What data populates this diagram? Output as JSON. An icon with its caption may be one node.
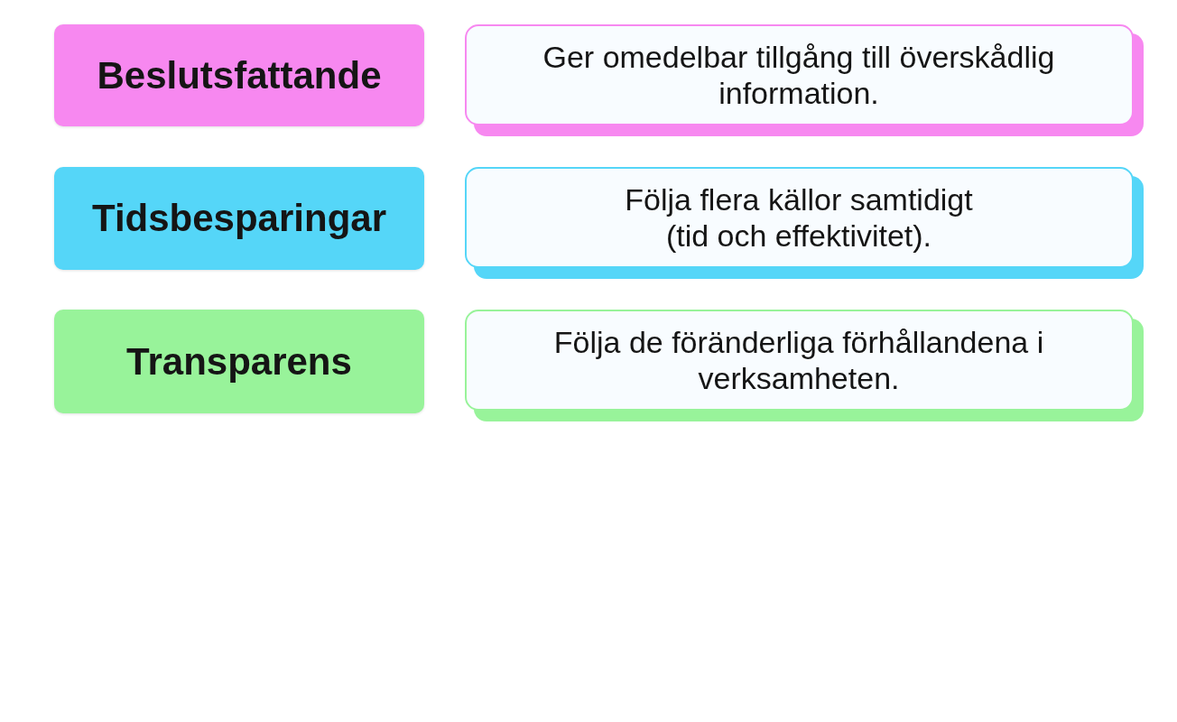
{
  "diagram": {
    "nodes": [
      {
        "text": [
          "Beslutsfattande"
        ]
      },
      {
        "text": [
          "Ger omedelbar tillgång till överskådlig information."
        ]
      },
      {
        "text": [
          "Tidsbesparingar"
        ]
      },
      {
        "text": [
          "Följa flera källor samtidigt (tid och effektivitet)."
        ]
      },
      {
        "text": [
          "Transparens"
        ]
      },
      {
        "text": [
          "Följa de föränderliga förhållandena i verksamheten."
        ]
      }
    ]
  }
}
